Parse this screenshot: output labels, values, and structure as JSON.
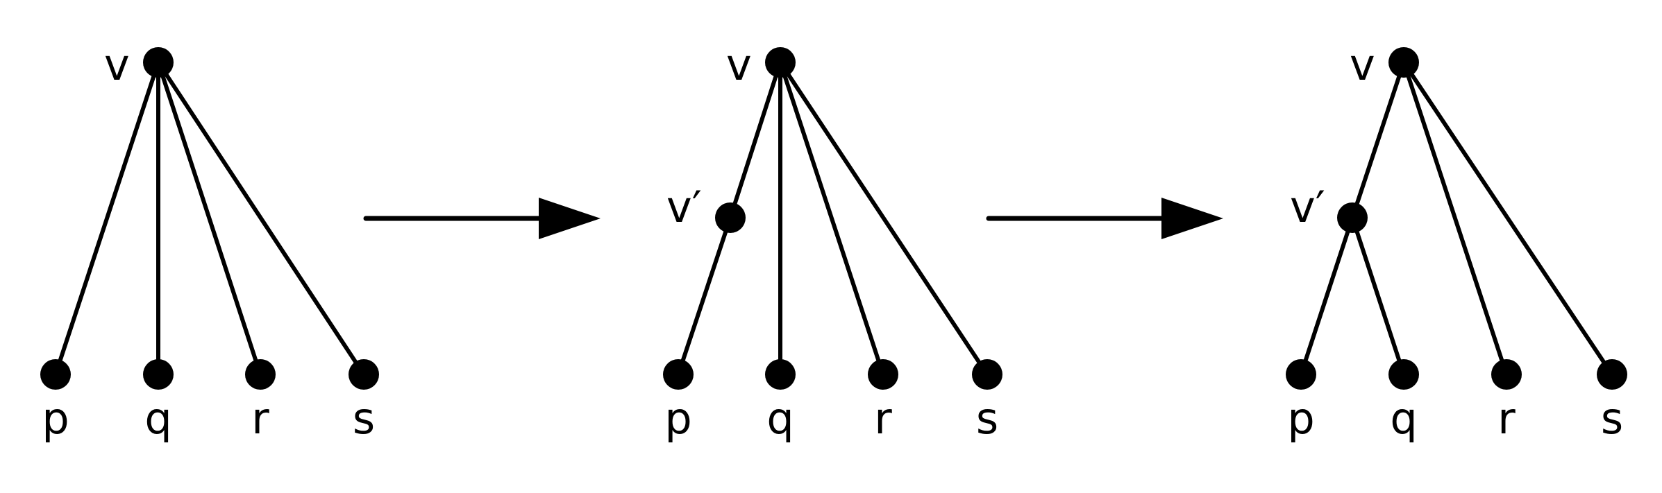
{
  "diagram": {
    "colors": {
      "stroke": "#000000",
      "background": "#ffffff"
    },
    "panels": [
      {
        "root_label": "v",
        "intermediate_label": "",
        "leaf_labels": [
          "p",
          "q",
          "r",
          "s"
        ]
      },
      {
        "root_label": "v",
        "intermediate_label": "v′",
        "leaf_labels": [
          "p",
          "q",
          "r",
          "s"
        ]
      },
      {
        "root_label": "v",
        "intermediate_label": "v′",
        "leaf_labels": [
          "p",
          "q",
          "r",
          "s"
        ]
      }
    ],
    "arrows": [
      "transform-arrow-1",
      "transform-arrow-2"
    ]
  }
}
